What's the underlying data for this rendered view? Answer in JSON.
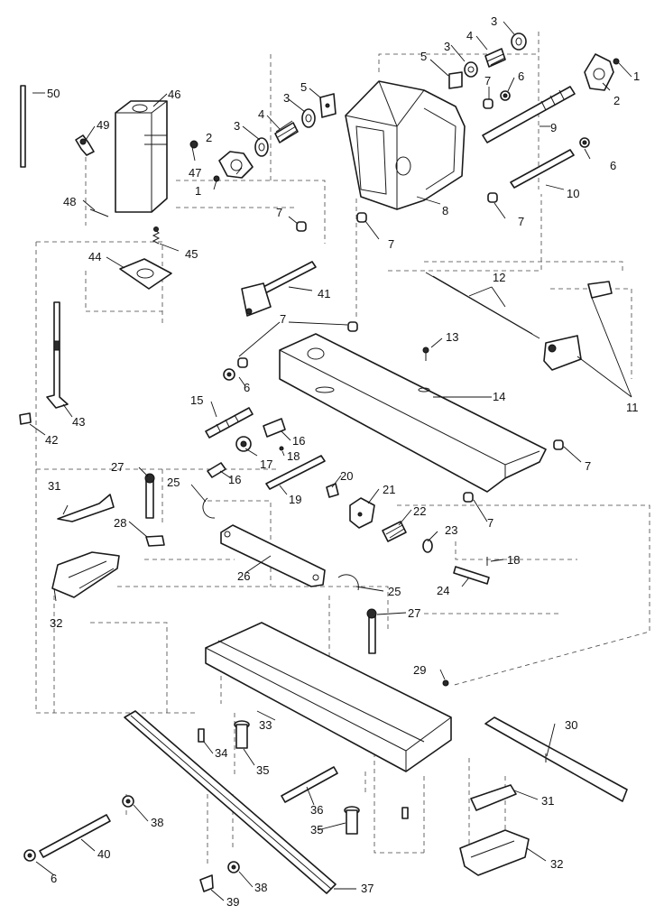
{
  "diagram": {
    "labels": {
      "l1a": "1",
      "l1b": "1",
      "l2a": "2",
      "l2b": "2",
      "l3a": "3",
      "l3b": "3",
      "l3c": "3",
      "l3d": "3",
      "l4a": "4",
      "l4b": "4",
      "l5a": "5",
      "l5b": "5",
      "l6a": "6",
      "l6b": "6",
      "l6c": "6",
      "l6d": "6",
      "l7a": "7",
      "l7b": "7",
      "l7c": "7",
      "l7d": "7",
      "l7e": "7",
      "l7f": "7",
      "l7g": "7",
      "l7h": "7",
      "l8": "8",
      "l9": "9",
      "l10": "10",
      "l11": "11",
      "l12": "12",
      "l13": "13",
      "l14": "14",
      "l15": "15",
      "l16a": "16",
      "l16b": "16",
      "l17": "17",
      "l18a": "18",
      "l18b": "18",
      "l19": "19",
      "l20": "20",
      "l21": "21",
      "l22": "22",
      "l23": "23",
      "l24": "24",
      "l25a": "25",
      "l25b": "25",
      "l26": "26",
      "l27a": "27",
      "l27b": "27",
      "l28": "28",
      "l29": "29",
      "l30": "30",
      "l31a": "31",
      "l31b": "31",
      "l32a": "32",
      "l32b": "32",
      "l33": "33",
      "l34": "34",
      "l35a": "35",
      "l35b": "35",
      "l36": "36",
      "l37": "37",
      "l38a": "38",
      "l38b": "38",
      "l39": "39",
      "l40": "40",
      "l41": "41",
      "l42": "42",
      "l43": "43",
      "l44": "44",
      "l45": "45",
      "l46": "46",
      "l47": "47",
      "l48": "48",
      "l49": "49",
      "l50": "50"
    }
  }
}
